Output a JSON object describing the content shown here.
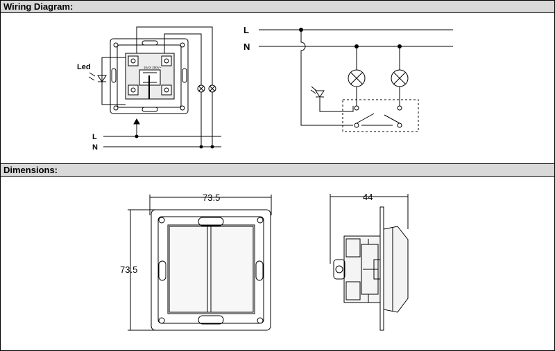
{
  "sections": {
    "wiring_title": "Wiring Diagram:",
    "dimensions_title": "Dimensions:"
  },
  "wiring": {
    "led_label": "Led",
    "line_label": "L",
    "neutral_label": "N",
    "schematic_line_label": "L",
    "schematic_neutral_label": "N",
    "device_marking": "10AX 250V~"
  },
  "dimensions": {
    "width_label": "73.5",
    "height_label": "73.5",
    "depth_label": "44"
  }
}
